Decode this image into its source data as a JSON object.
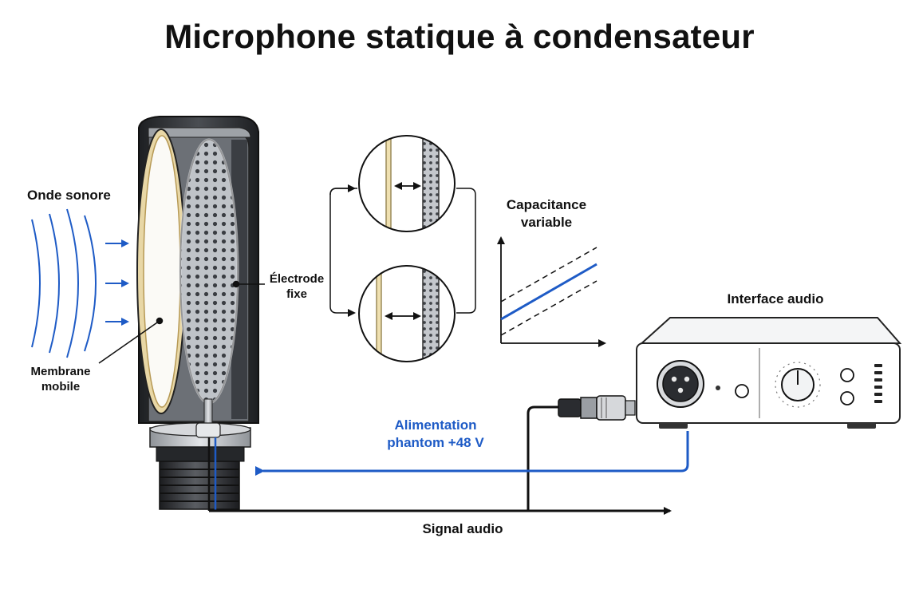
{
  "title": "Microphone statique à condensateur",
  "labels": {
    "sound_wave": "Onde sonore",
    "membrane_line1": "Membrane",
    "membrane_line2": "mobile",
    "electrode_line1": "Électrode",
    "electrode_line2": "fixe",
    "capacitance_line1": "Capacitance",
    "capacitance_line2": "variable",
    "audio_interface": "Interface audio",
    "phantom_line1": "Alimentation",
    "phantom_line2": "phantom +48 V",
    "signal": "Signal audio"
  },
  "colors": {
    "accent_blue": "#1e5bc6",
    "ink": "#111111",
    "metal": "#c9ccd1",
    "body_dark": "#2b2d31"
  },
  "icons": {
    "wave": "sound-wave-icon",
    "xlr": "xlr-connector-icon",
    "knob": "gain-knob-icon"
  }
}
